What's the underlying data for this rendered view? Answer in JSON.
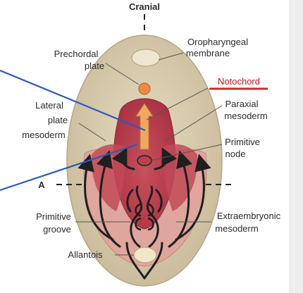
{
  "diagram": {
    "labels": {
      "cranial": "Cranial",
      "prechordal_line1": "Prechordal",
      "prechordal_line2": "plate",
      "oropharyngeal_line1": "Oropharyngeal",
      "oropharyngeal_line2": "membrane",
      "notochord": "Notochord",
      "lateral_line1": "Lateral",
      "lateral_line2": "plate",
      "lateral_line3": "mesoderm",
      "paraxial_line1": "Paraxial",
      "paraxial_line2": "mesoderm",
      "primitive_node_line1": "Primitive",
      "primitive_node_line2": "node",
      "section_a": "A",
      "primitive_groove_line1": "Primitive",
      "primitive_groove_line2": "groove",
      "extraembryonic_line1": "Extraembryonic",
      "extraembryonic_line2": "mesoderm",
      "allantois": "Allantois"
    },
    "colors": {
      "embryo_disc": "#d4c7ab",
      "lateral_mesoderm": "#dea69c",
      "paraxial_mesoderm": "#b9424f",
      "notochord": "#f0a860",
      "prechordal_plate": "#ef8a44",
      "pointer_blue": "#2f59b7",
      "underline_red": "#d8252b"
    }
  }
}
